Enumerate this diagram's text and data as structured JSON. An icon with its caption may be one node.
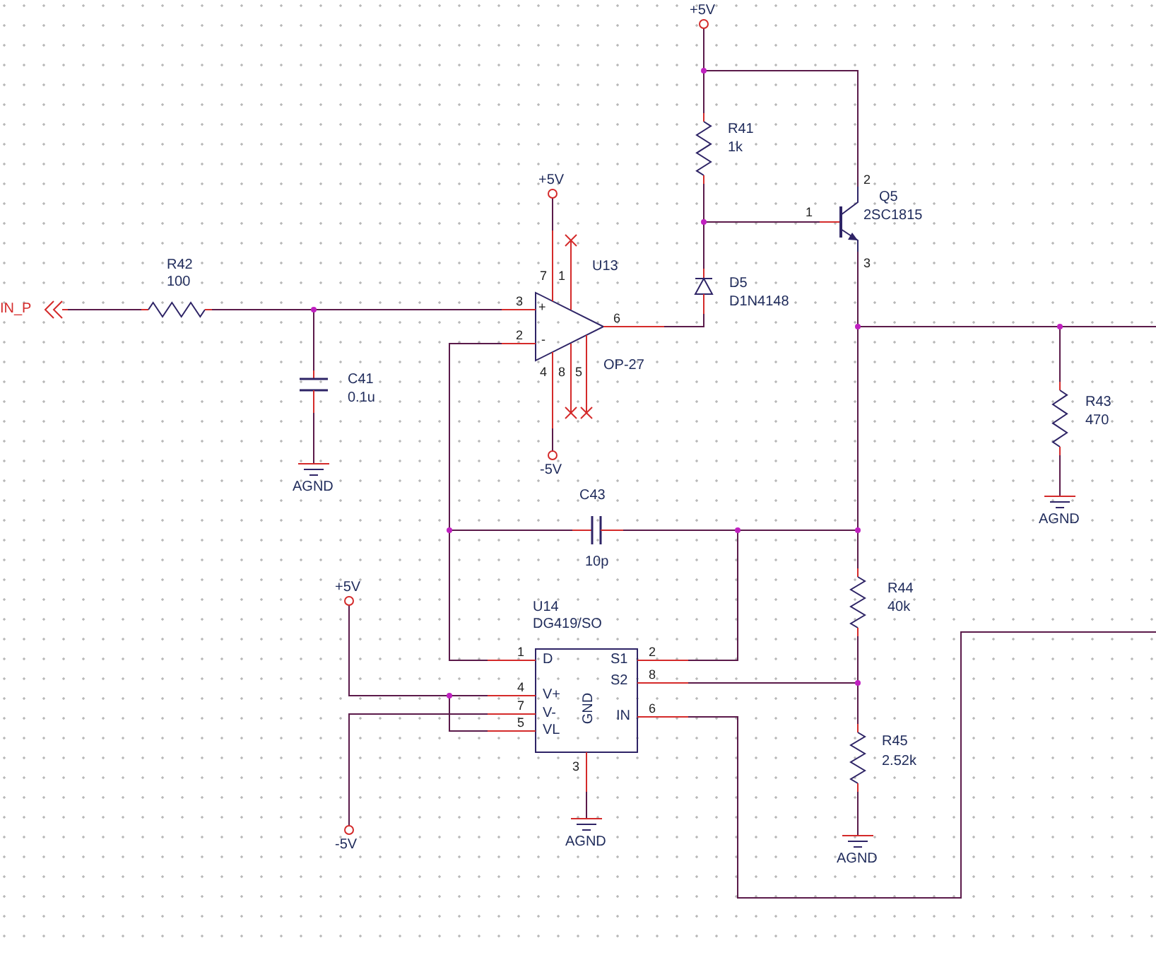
{
  "diagram": {
    "nodes": [
      {
        "text": [
          "IN_P"
        ]
      },
      {
        "text": [
          "R42",
          "100"
        ]
      },
      {
        "text": [
          "C41",
          "0.1u"
        ]
      },
      {
        "text": [
          "AGND"
        ]
      },
      {
        "text": [
          "U13",
          "OP-27"
        ]
      },
      {
        "text": [
          "+5V"
        ]
      },
      {
        "text": [
          "-5V"
        ]
      },
      {
        "text": [
          "+5V"
        ]
      },
      {
        "text": [
          "R41",
          "1k"
        ]
      },
      {
        "text": [
          "D5",
          "D1N4148"
        ]
      },
      {
        "text": [
          "Q5",
          "2SC1815"
        ]
      },
      {
        "text": [
          "R43",
          "470"
        ]
      },
      {
        "text": [
          "AGND"
        ]
      },
      {
        "text": [
          "C43",
          "10p"
        ]
      },
      {
        "text": [
          "R44",
          "40k"
        ]
      },
      {
        "text": [
          "R45",
          "2.52k"
        ]
      },
      {
        "text": [
          "AGND"
        ]
      },
      {
        "text": [
          "U14",
          "DG419/SO",
          "D",
          "S1",
          "S2",
          "V+",
          "V-",
          "VL",
          "GND",
          "IN"
        ]
      },
      {
        "text": [
          "+5V"
        ]
      },
      {
        "text": [
          "-5V"
        ]
      },
      {
        "text": [
          "AGND"
        ]
      }
    ],
    "edges": [
      {
        "from": 0,
        "to": 1,
        "arrow": "none"
      },
      {
        "from": 1,
        "to": 4,
        "arrow": "none"
      },
      {
        "from": 2,
        "to": 1,
        "arrow": "none"
      },
      {
        "from": 2,
        "to": 3,
        "arrow": "none"
      },
      {
        "from": 5,
        "to": 4,
        "arrow": "none"
      },
      {
        "from": 4,
        "to": 6,
        "arrow": "none"
      },
      {
        "from": 4,
        "to": 9,
        "arrow": "none"
      },
      {
        "from": 7,
        "to": 8,
        "arrow": "none"
      },
      {
        "from": 7,
        "to": 10,
        "arrow": "none"
      },
      {
        "from": 8,
        "to": 9,
        "arrow": "none"
      },
      {
        "from": 8,
        "to": 10,
        "arrow": "none"
      },
      {
        "from": 10,
        "to": 11,
        "arrow": "none"
      },
      {
        "from": 10,
        "to": null,
        "arrow": "none"
      },
      {
        "from": 11,
        "to": 12,
        "arrow": "none"
      },
      {
        "from": 10,
        "to": 14,
        "arrow": "none"
      },
      {
        "from": 10,
        "to": 13,
        "arrow": "none"
      },
      {
        "from": 13,
        "to": 4,
        "arrow": "none"
      },
      {
        "from": 13,
        "to": 17,
        "arrow": "none"
      },
      {
        "from": 17,
        "to": 13,
        "arrow": "none"
      },
      {
        "from": 14,
        "to": 15,
        "arrow": "none"
      },
      {
        "from": 17,
        "to": 15,
        "arrow": "none"
      },
      {
        "from": 15,
        "to": 16,
        "arrow": "none"
      },
      {
        "from": 17,
        "to": null,
        "arrow": "none"
      },
      {
        "from": 18,
        "to": 17,
        "arrow": "none"
      },
      {
        "from": 18,
        "to": 17,
        "arrow": "none"
      },
      {
        "from": 19,
        "to": 17,
        "arrow": "none"
      },
      {
        "from": 17,
        "to": 20,
        "arrow": "none"
      }
    ],
    "labels": [
      "7",
      "1",
      "3",
      "+",
      "2",
      "-",
      "6",
      "4",
      "8",
      "5",
      "2",
      "1",
      "3",
      "1",
      "4",
      "7",
      "5",
      "2",
      "8",
      "6",
      "3"
    ]
  }
}
